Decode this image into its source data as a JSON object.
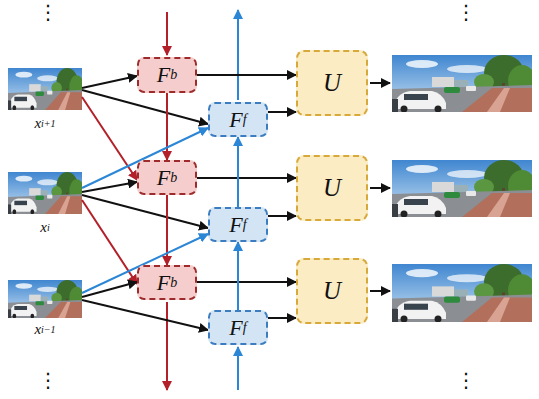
{
  "diagram": {
    "nodes": [
      {
        "text": [
          "x",
          "i+1"
        ]
      },
      {
        "text": [
          "F",
          "b"
        ]
      },
      {
        "text": [
          "F",
          "f"
        ]
      },
      {
        "text": [
          "U"
        ]
      },
      {
        "text": [
          "x",
          "i"
        ]
      },
      {
        "text": [
          "F",
          "b"
        ]
      },
      {
        "text": [
          "F",
          "f"
        ]
      },
      {
        "text": [
          "U"
        ]
      },
      {
        "text": [
          "x",
          "i−1"
        ]
      },
      {
        "text": [
          "F",
          "b"
        ]
      },
      {
        "text": [
          "F",
          "f"
        ]
      },
      {
        "text": [
          "U"
        ]
      }
    ],
    "edges": [
      {
        "from": 0,
        "to": 1,
        "arrow": "to"
      },
      {
        "from": 0,
        "to": 2,
        "arrow": "to"
      },
      {
        "from": 0,
        "to": 5,
        "arrow": "to"
      },
      {
        "from": 1,
        "to": 3,
        "arrow": "to"
      },
      {
        "from": 2,
        "to": 3,
        "arrow": "to"
      },
      {
        "from": 1,
        "to": 5,
        "arrow": "to"
      },
      {
        "from": 4,
        "to": 5,
        "arrow": "to"
      },
      {
        "from": 4,
        "to": 6,
        "arrow": "to"
      },
      {
        "from": 4,
        "to": 9,
        "arrow": "to"
      },
      {
        "from": 4,
        "to": 2,
        "arrow": "to"
      },
      {
        "from": 5,
        "to": 7,
        "arrow": "to"
      },
      {
        "from": 6,
        "to": 7,
        "arrow": "to"
      },
      {
        "from": 5,
        "to": 9,
        "arrow": "to"
      },
      {
        "from": 6,
        "to": 2,
        "arrow": "to"
      },
      {
        "from": 8,
        "to": 9,
        "arrow": "to"
      },
      {
        "from": 8,
        "to": 10,
        "arrow": "to"
      },
      {
        "from": 8,
        "to": 6,
        "arrow": "to"
      },
      {
        "from": 9,
        "to": 11,
        "arrow": "to"
      },
      {
        "from": 10,
        "to": 11,
        "arrow": "to"
      },
      {
        "from": 10,
        "to": 6,
        "arrow": "to"
      }
    ],
    "labels": [
      "⋮",
      "⋮",
      "⋮",
      "⋮"
    ]
  }
}
